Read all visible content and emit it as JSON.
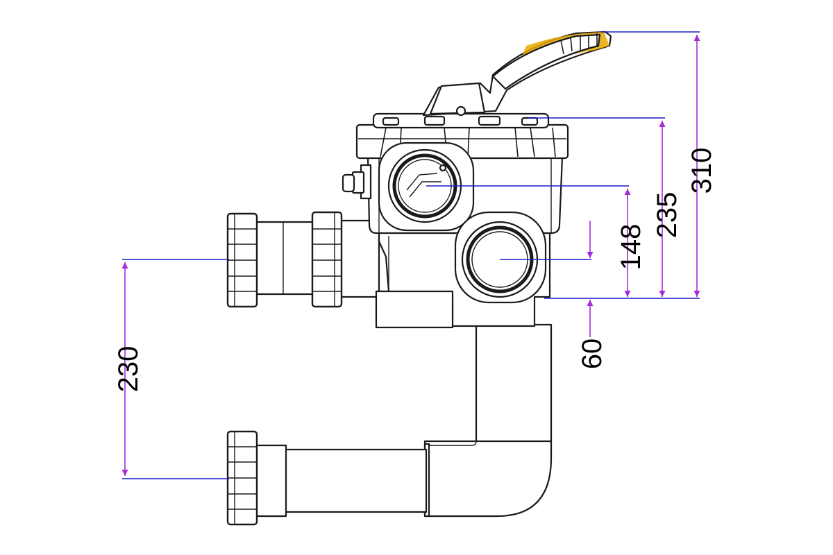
{
  "dimensions": {
    "d310": "310",
    "d235": "235",
    "d148": "148",
    "d60": "60",
    "d230": "230"
  },
  "colors": {
    "leader": "#1a1acc",
    "arrow": "#a52ad8",
    "handle_accent": "#e8a800",
    "outline": "#1a1a1a"
  }
}
